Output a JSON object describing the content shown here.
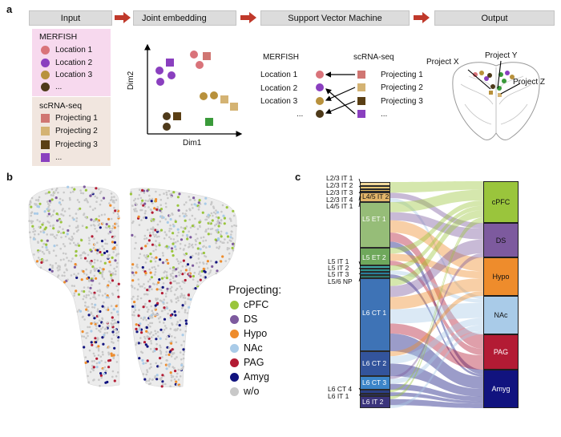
{
  "panel_a": {
    "letter": "a",
    "steps": [
      "Input",
      "Joint embedding",
      "Support Vector Machine",
      "Output"
    ],
    "merfish_box": {
      "title": "MERFISH",
      "items": [
        "Location 1",
        "Location 2",
        "Location 3",
        "..."
      ],
      "colors": [
        "#d9737a",
        "#8a3fbf",
        "#b8913c",
        "#4e3a1a"
      ]
    },
    "scrna_box": {
      "title": "scRNA-seq",
      "items": [
        "Projecting 1",
        "Projecting 2",
        "Projecting 3",
        "..."
      ],
      "colors": [
        "#d07672",
        "#d4b373",
        "#5a3f14",
        "#8a3fbf"
      ]
    },
    "embedding": {
      "ylabel": "Dim2",
      "xlabel": "Dim1"
    },
    "svm": {
      "left_title": "MERFISH",
      "right_title": "scRNA-seq",
      "left_items": [
        "Location 1",
        "Location 2",
        "Location 3",
        "..."
      ],
      "right_items": [
        "Projecting 1",
        "Projecting 2",
        "Projecting 3",
        "..."
      ]
    },
    "output": {
      "labels": [
        "Project X",
        "Project Y",
        "Project Z"
      ]
    }
  },
  "panel_b": {
    "letter": "b",
    "legend_title": "Projecting:",
    "legend": [
      {
        "label": "cPFC",
        "color": "#9ac53c"
      },
      {
        "label": "DS",
        "color": "#7d5a9e"
      },
      {
        "label": "Hypo",
        "color": "#ee8c2c"
      },
      {
        "label": "NAc",
        "color": "#a9cbe8"
      },
      {
        "label": "PAG",
        "color": "#b31b34"
      },
      {
        "label": "Amyg",
        "color": "#11137f"
      },
      {
        "label": "w/o",
        "color": "#c8c8c8"
      }
    ]
  },
  "panel_c": {
    "letter": "c",
    "source_types": [
      {
        "label": "L2/3 IT 1",
        "color": "#f0d79a"
      },
      {
        "label": "L2/3 IT 2",
        "color": "#e9c978"
      },
      {
        "label": "L2/3 IT 3",
        "color": "#e6bd62"
      },
      {
        "label": "L2/3 IT 4",
        "color": "#e0ad4a"
      },
      {
        "label": "L4/5 IT 1",
        "color": "#d9a240"
      },
      {
        "label": "L4/5 IT 2",
        "color": "#e2b56a"
      },
      {
        "label": "L5 ET 1",
        "color": "#96bd78"
      },
      {
        "label": "L5 ET 2",
        "color": "#6fa85c"
      },
      {
        "label": "L5 IT 1",
        "color": "#3ea9a6"
      },
      {
        "label": "L5 IT 2",
        "color": "#2c8f8c"
      },
      {
        "label": "L5 IT 3",
        "color": "#2a7d9a"
      },
      {
        "label": "L5/6 NP",
        "color": "#2f7a6f"
      },
      {
        "label": "L6 CT 1",
        "color": "#3e73b6"
      },
      {
        "label": "L6 CT 2",
        "color": "#33549c"
      },
      {
        "label": "L6 CT 3",
        "color": "#3c85c8"
      },
      {
        "label": "L6 CT 4",
        "color": "#2b3f86"
      },
      {
        "label": "L6 IT 1",
        "color": "#2b2f6f"
      },
      {
        "label": "L6 IT 2",
        "color": "#3b347c"
      }
    ],
    "targets": [
      {
        "label": "cPFC",
        "color": "#9ac53c"
      },
      {
        "label": "DS",
        "color": "#7d5a9e"
      },
      {
        "label": "Hypo",
        "color": "#ee8c2c"
      },
      {
        "label": "NAc",
        "color": "#a9cbe8"
      },
      {
        "label": "PAG",
        "color": "#b31b34"
      },
      {
        "label": "Amyg",
        "color": "#11137f"
      }
    ]
  }
}
